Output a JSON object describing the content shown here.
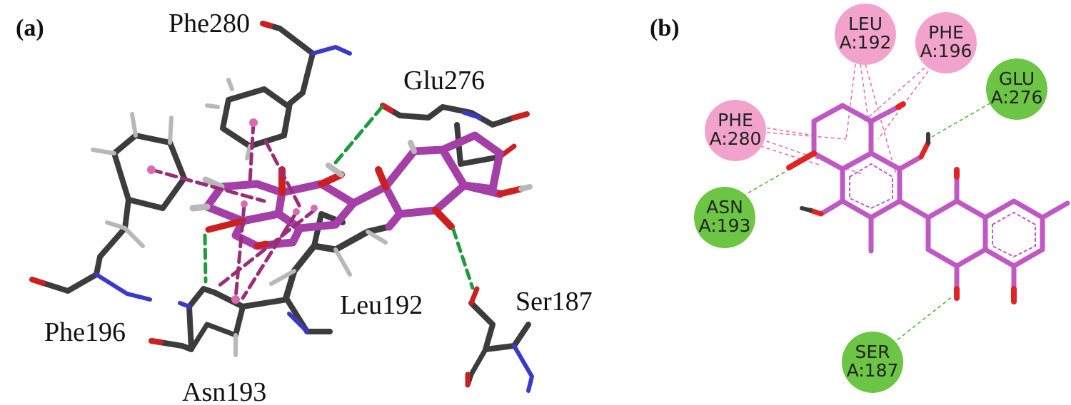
{
  "panel_a": {
    "label": "(a)",
    "residues": [
      {
        "id": "phe280",
        "text": "Phe280"
      },
      {
        "id": "glu276",
        "text": "Glu276"
      },
      {
        "id": "phe196",
        "text": "Phe196"
      },
      {
        "id": "leu192",
        "text": "Leu192"
      },
      {
        "id": "ser187",
        "text": "Ser187"
      },
      {
        "id": "asn193",
        "text": "Asn193"
      }
    ]
  },
  "panel_b": {
    "label": "(b)",
    "residue_nodes": [
      {
        "id": "leu192",
        "line1": "LEU",
        "line2": "A:192",
        "type": "pi-alkyl"
      },
      {
        "id": "phe196",
        "line1": "PHE",
        "line2": "A:196",
        "type": "pi-alkyl"
      },
      {
        "id": "phe280",
        "line1": "PHE",
        "line2": "A:280",
        "type": "pi-alkyl"
      },
      {
        "id": "glu276",
        "line1": "GLU",
        "line2": "A:276",
        "type": "h-bond"
      },
      {
        "id": "asn193",
        "line1": "ASN",
        "line2": "A:193",
        "type": "h-bond"
      },
      {
        "id": "ser187",
        "line1": "SER",
        "line2": "A:187",
        "type": "h-bond"
      }
    ]
  },
  "colors": {
    "ligand": "#a53fa8",
    "ligand_2d": "#c058c4",
    "protein_carbon": "#3c3c3c",
    "hydrogen": "#b8b8b8",
    "oxygen": "#cc2020",
    "nitrogen": "#3a3ac8",
    "hbond": "#1f9a3c",
    "pi_interaction": "#9a2d78",
    "pink_node": "#f2a3cc",
    "green_node": "#6cc544"
  }
}
